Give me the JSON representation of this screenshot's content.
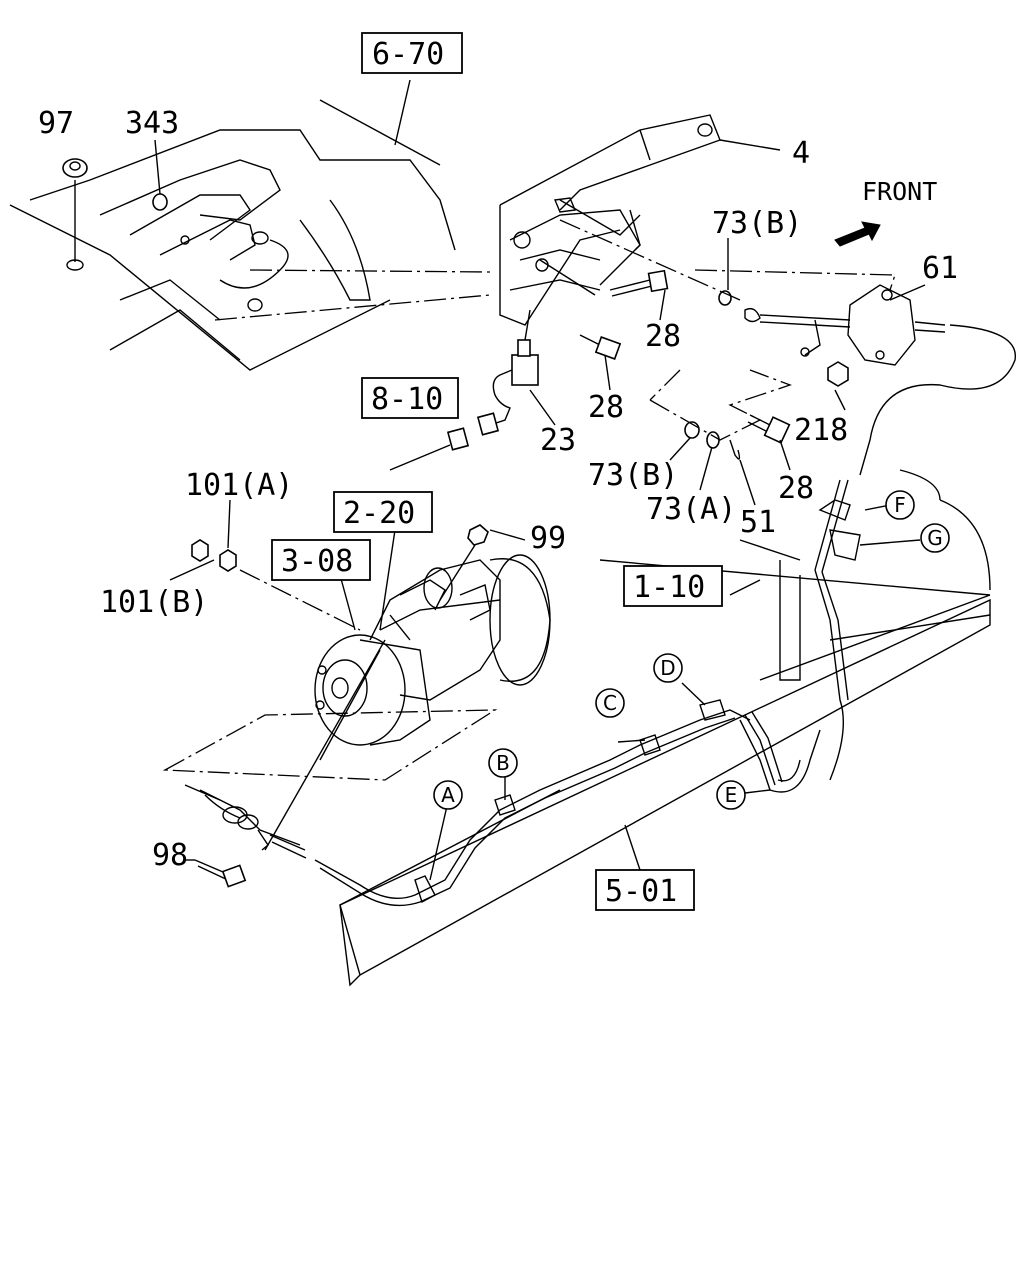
{
  "direction": {
    "text": "FRONT"
  },
  "ref_boxes": {
    "r670": "6-70",
    "r810": "8-10",
    "r220": "2-20",
    "r308": "3-08",
    "r110": "1-10",
    "r501": "5-01"
  },
  "part_labels": {
    "p97": "97",
    "p343": "343",
    "p4": "4",
    "p73b_top": "73(B)",
    "p61": "61",
    "p28_a": "28",
    "p28_b": "28",
    "p28_c": "28",
    "p218": "218",
    "p23": "23",
    "p73b_bot": "73(B)",
    "p73a": "73(A)",
    "p51": "51",
    "p101a": "101(A)",
    "p101b": "101(B)",
    "p99": "99",
    "p98": "98"
  },
  "clip_letters": {
    "a": "A",
    "b": "B",
    "c": "C",
    "d": "D",
    "e": "E",
    "f": "F",
    "g": "G"
  }
}
